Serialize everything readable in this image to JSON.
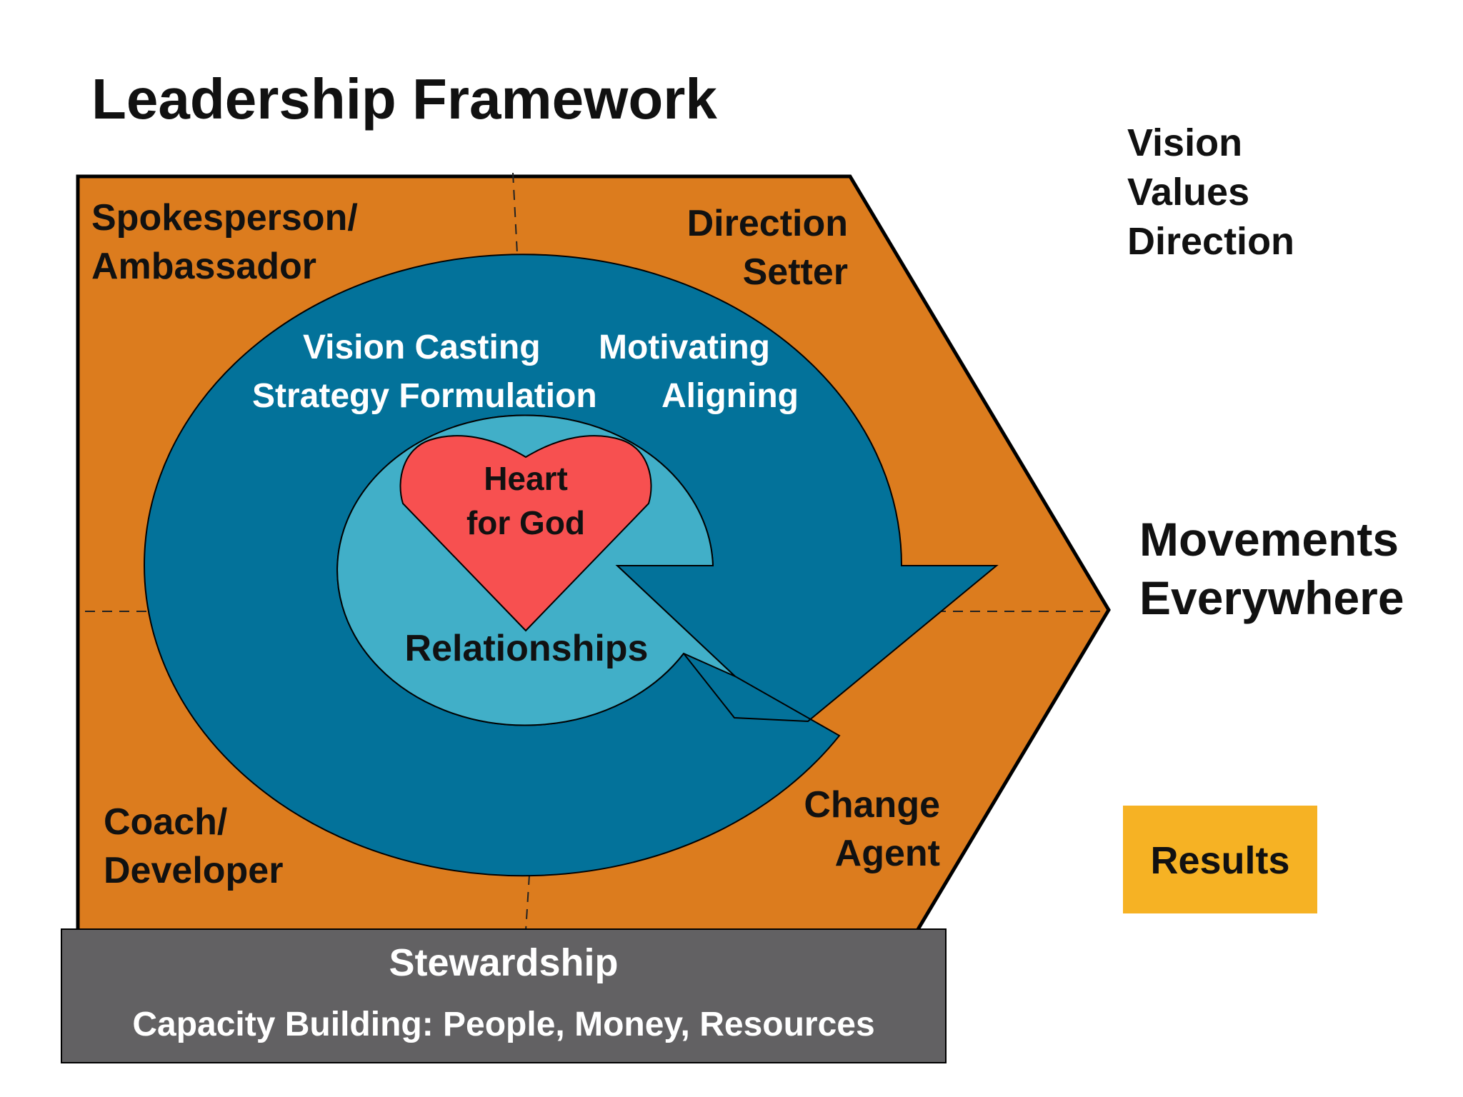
{
  "title": "Leadership Framework",
  "roles": {
    "spokesperson": [
      "Spokesperson/",
      "Ambassador"
    ],
    "direction_setter": [
      "Direction",
      "Setter"
    ],
    "coach": [
      "Coach/",
      "Developer"
    ],
    "change_agent": [
      "Change",
      "Agent"
    ]
  },
  "activities": {
    "vision_casting": "Vision Casting",
    "motivating": "Motivating",
    "strategy_formulation": "Strategy Formulation",
    "aligning": "Aligning"
  },
  "core": {
    "heart": [
      "Heart",
      "for God"
    ],
    "relationships": "Relationships"
  },
  "side_list": [
    "Vision",
    "Values",
    "Direction"
  ],
  "goal": [
    "Movements",
    "Everywhere"
  ],
  "results": "Results",
  "stewardship": {
    "title": "Stewardship",
    "subtitle": "Capacity Building: People, Money, Resources"
  },
  "colors": {
    "orange": "#DC7C1E",
    "dark_blue": "#03729A",
    "light_blue": "#41AFC8",
    "heart": "#F75050",
    "gray": "#626163",
    "results": "#F6B224"
  }
}
